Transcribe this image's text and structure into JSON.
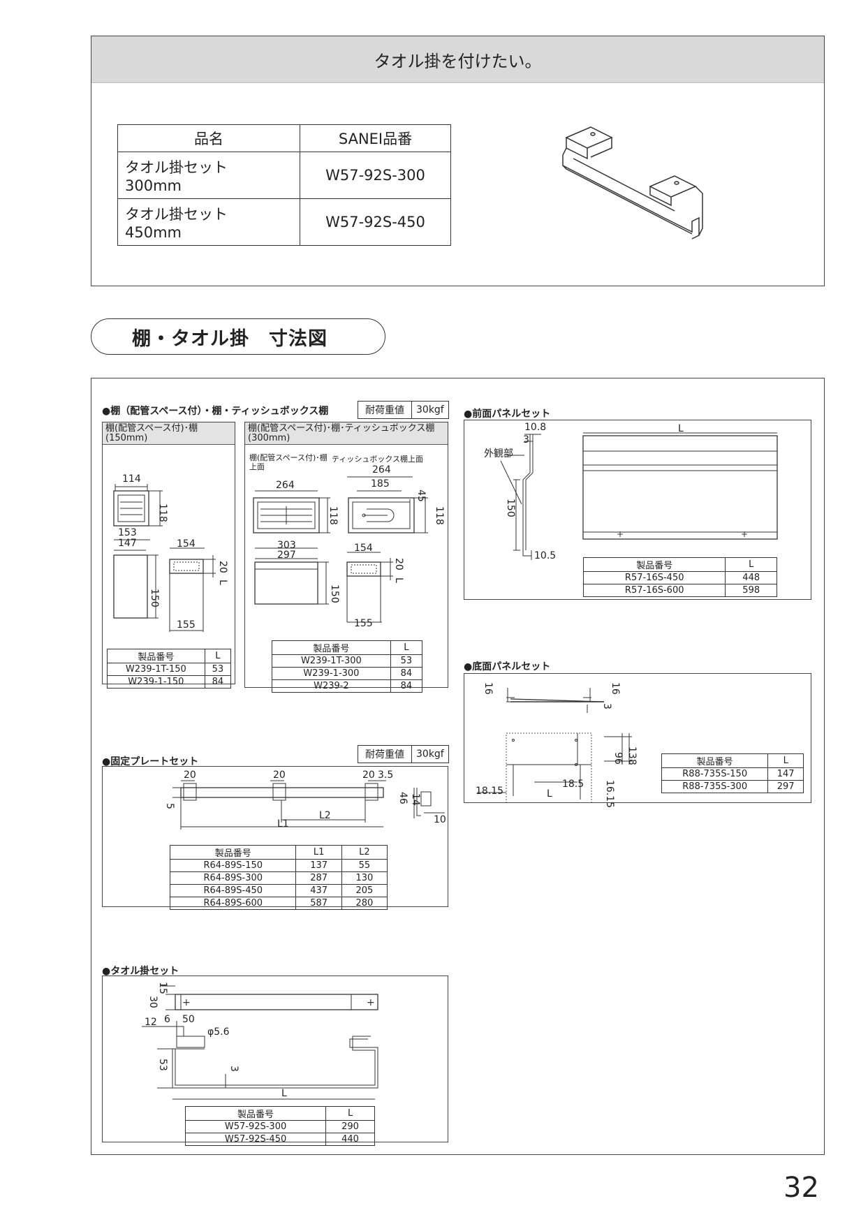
{
  "top_panel": {
    "title": "タオル掛を付けたい。",
    "table": {
      "headers": [
        "品名",
        "SANEI品番"
      ],
      "rows": [
        {
          "name_line1": "タオル掛セット",
          "name_line2": "300mm",
          "code": "W57-92S-300"
        },
        {
          "name_line1": "タオル掛セット",
          "name_line2": "450mm",
          "code": "W57-92S-450"
        }
      ]
    }
  },
  "section_title": "棚・タオル掛　寸法図",
  "shelf": {
    "caption": "●棚（配管スペース付）・棚・ティッシュボックス棚",
    "load_label": "耐荷重値",
    "load_value": "30kgf",
    "left_header_1": "棚(配管スペース付)･棚",
    "left_header_2": "(150mm)",
    "right_header_1": "棚(配管スペース付)･棚･ティッシュボックス棚",
    "right_header_2": "(300mm)",
    "sub_left_1": "棚(配管スペース付)･棚",
    "sub_left_2": "上面",
    "sub_right": "ティッシュボックス棚上面",
    "dims": {
      "d114": "114",
      "d118": "118",
      "d153": "153",
      "d147": "147",
      "d154": "154",
      "d20": "20",
      "dL": "L",
      "d150": "150",
      "d155": "155",
      "d264a": "264",
      "d264b": "264",
      "d185": "185",
      "d45": "45",
      "d303": "303",
      "d297": "297"
    },
    "table_left": {
      "headers": [
        "製品番号",
        "L"
      ],
      "rows": [
        [
          "W239-1T-150",
          "53"
        ],
        [
          "W239-1-150",
          "84"
        ]
      ]
    },
    "table_right": {
      "headers": [
        "製品番号",
        "L"
      ],
      "rows": [
        [
          "W239-1T-300",
          "53"
        ],
        [
          "W239-1-300",
          "84"
        ],
        [
          "W239-2",
          "84"
        ]
      ]
    }
  },
  "front_panel": {
    "caption": "●前面パネルセット",
    "dims": {
      "d108": "10.8",
      "d3": "3",
      "ext": "外観部",
      "d150": "150",
      "d105": "10.5",
      "dL": "L"
    },
    "table": {
      "headers": [
        "製品番号",
        "L"
      ],
      "rows": [
        [
          "R57-16S-450",
          "448"
        ],
        [
          "R57-16S-600",
          "598"
        ]
      ]
    }
  },
  "bottom_panel": {
    "caption": "●底面パネルセット",
    "dims": {
      "d16a": "16",
      "d16b": "16",
      "d3": "3",
      "d96": "96",
      "d138": "138",
      "d185": "18.5",
      "d1815": "18.15",
      "d1615": "16.15",
      "dL": "L"
    },
    "table": {
      "headers": [
        "製品番号",
        "L"
      ],
      "rows": [
        [
          "R88-735S-150",
          "147"
        ],
        [
          "R88-735S-300",
          "297"
        ]
      ]
    }
  },
  "plate": {
    "caption": "●固定プレートセット",
    "load_label": "耐荷重値",
    "load_value": "30kgf",
    "dims": {
      "d20a": "20",
      "d20b": "20",
      "d20c": "20",
      "d35": "3.5",
      "d5": "5",
      "dL2": "L2",
      "dL1": "L1",
      "d46": "46",
      "d14": "14",
      "d10": "10"
    },
    "table": {
      "headers": [
        "製品番号",
        "L1",
        "L2"
      ],
      "rows": [
        [
          "R64-89S-150",
          "137",
          "55"
        ],
        [
          "R64-89S-300",
          "287",
          "130"
        ],
        [
          "R64-89S-450",
          "437",
          "205"
        ],
        [
          "R64-89S-600",
          "587",
          "280"
        ]
      ]
    }
  },
  "towel": {
    "caption": "●タオル掛セット",
    "dims": {
      "d30": "30",
      "d15": "15",
      "d12": "12",
      "d6": "6",
      "d50": "50",
      "dphi": "φ5.6",
      "d53": "53",
      "d3": "3",
      "dL": "L"
    },
    "table": {
      "headers": [
        "製品番号",
        "L"
      ],
      "rows": [
        [
          "W57-92S-300",
          "290"
        ],
        [
          "W57-92S-450",
          "440"
        ]
      ]
    }
  },
  "page_number": "32"
}
